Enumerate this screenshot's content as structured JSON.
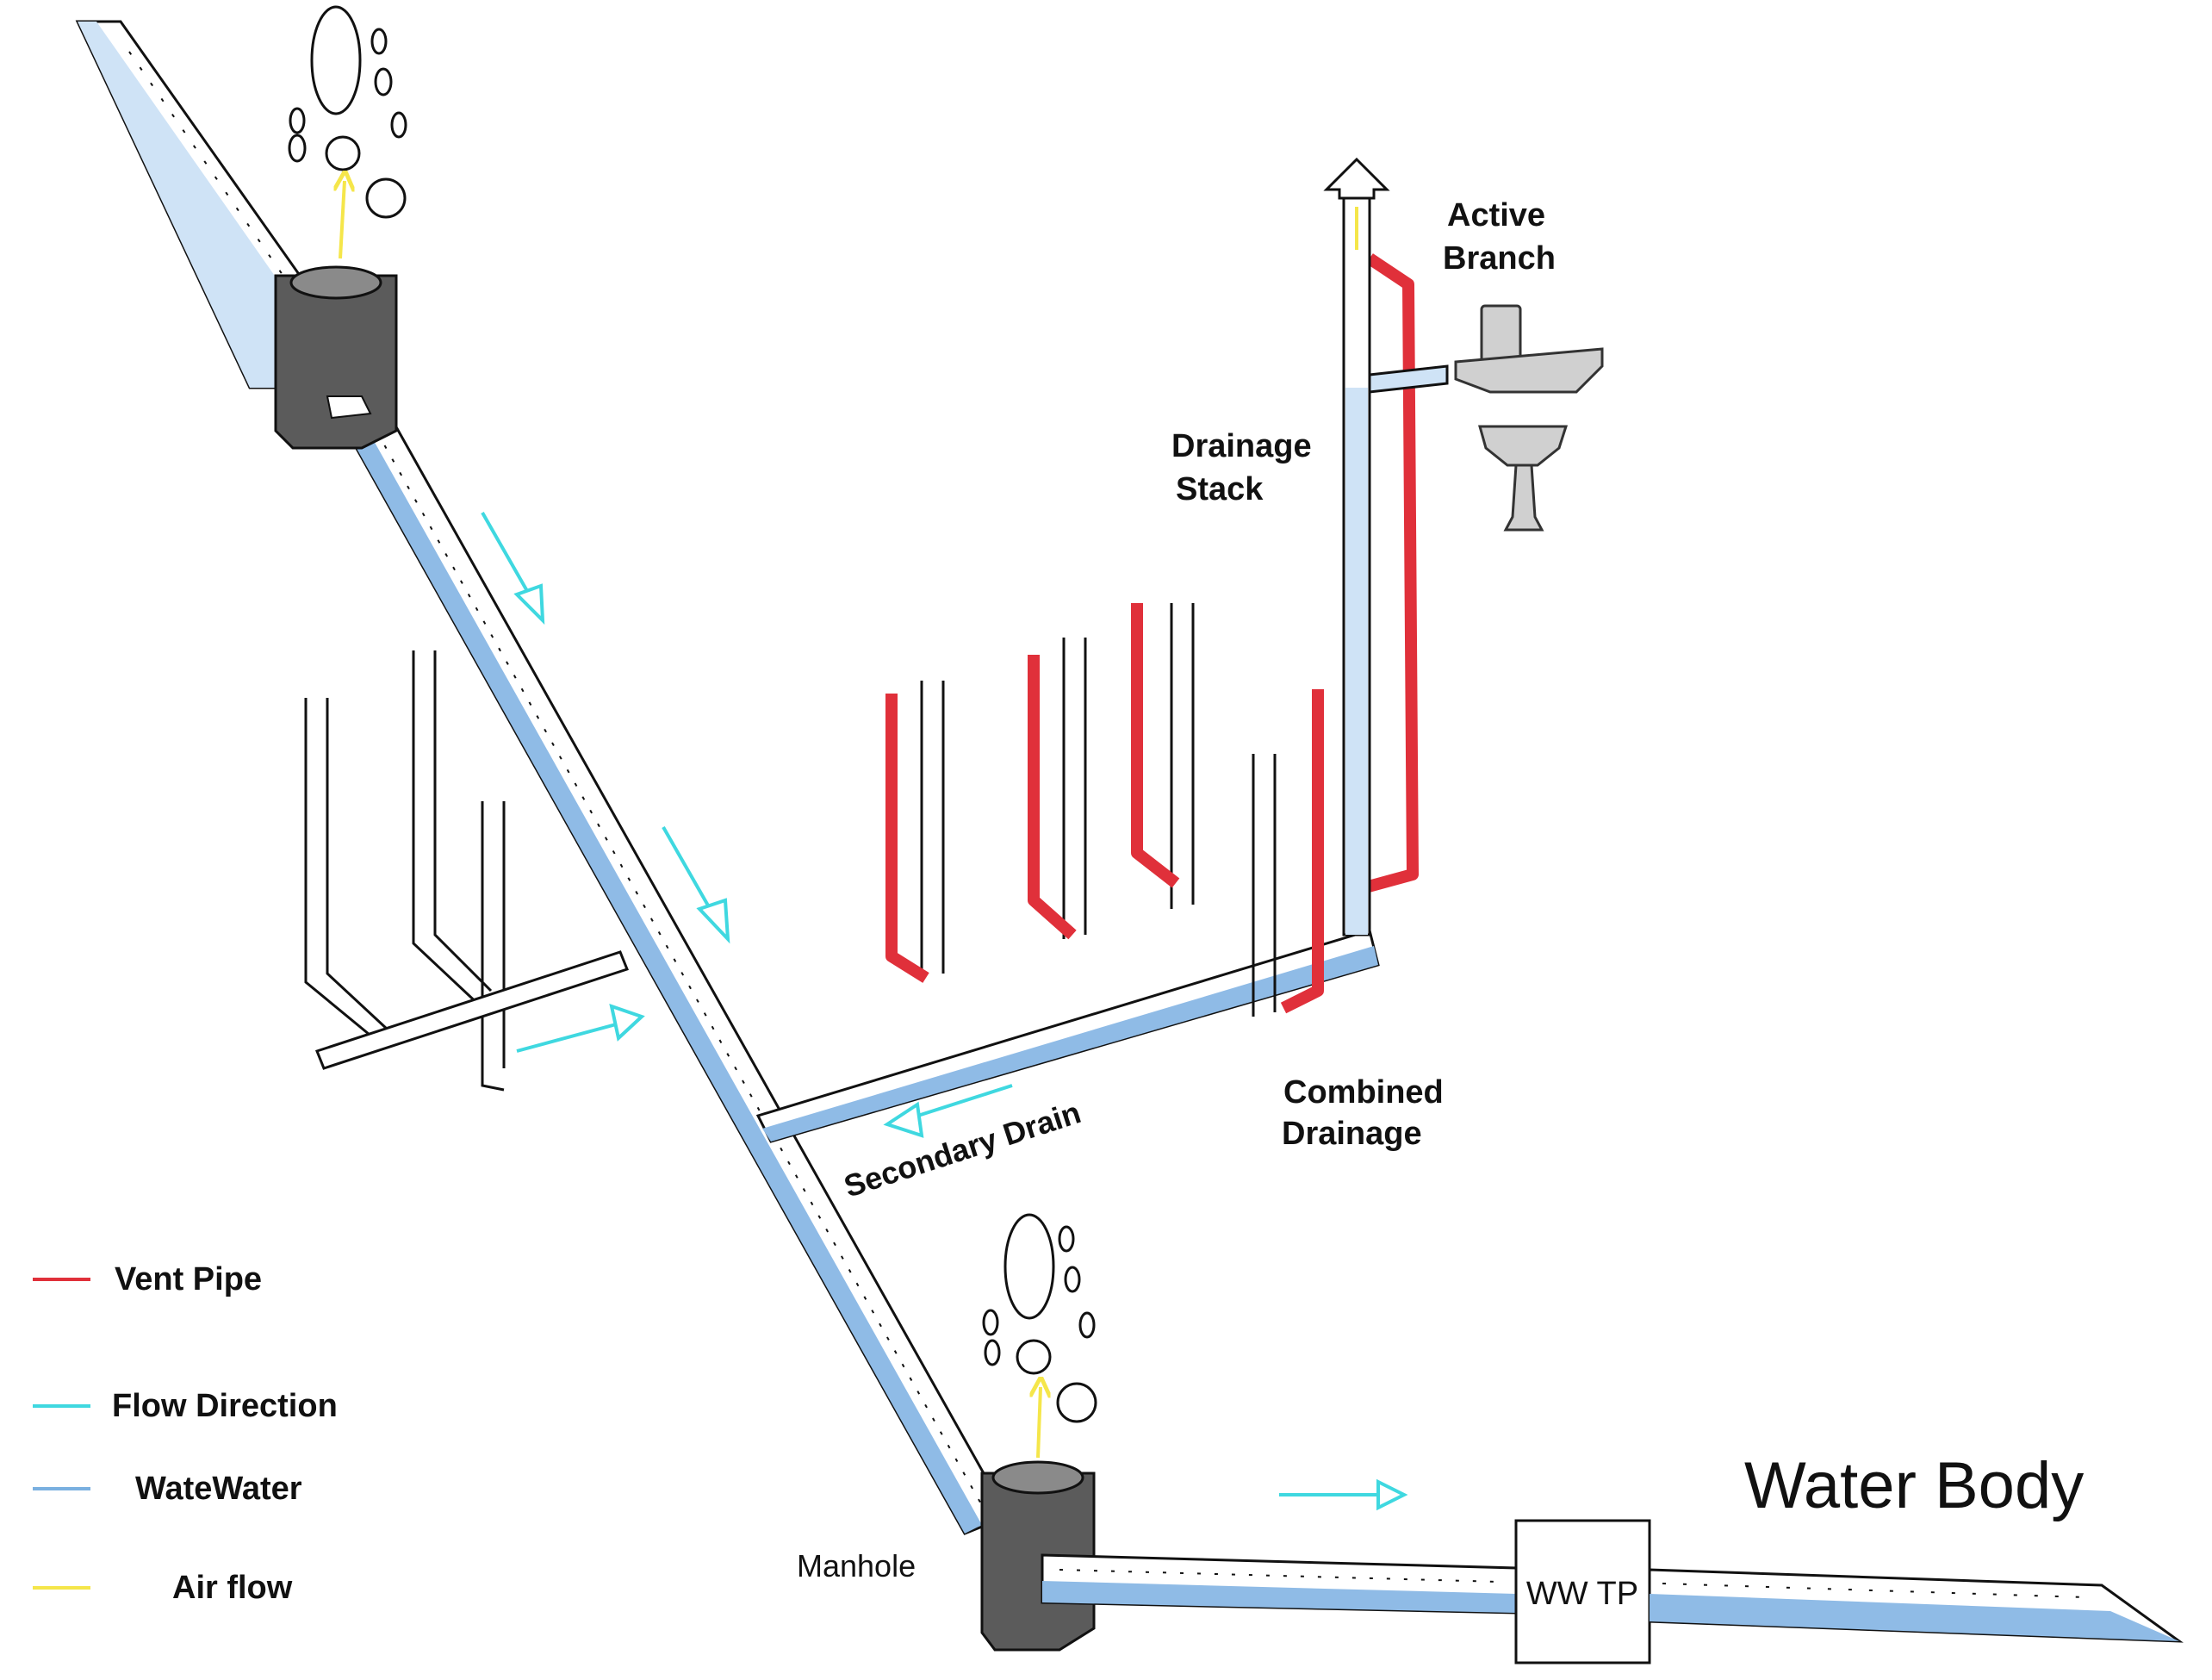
{
  "labels": {
    "active_branch_line1": "Active",
    "active_branch_line2": "Branch",
    "drainage_stack_line1": "Drainage",
    "drainage_stack_line2": "Stack",
    "combined_drainage_line1": "Combined",
    "combined_drainage_line2": "Drainage",
    "secondary_drain": "Secondary Drain",
    "manhole": "Manhole",
    "wwtp": "WW TP",
    "water_body": "Water Body"
  },
  "legend": [
    {
      "label": "Vent Pipe",
      "color": "#e0303a"
    },
    {
      "label": "Flow Direction",
      "color": "#3fd8e0"
    },
    {
      "label": "WateWater",
      "color": "#7ab0e0"
    },
    {
      "label": "Air flow",
      "color": "#f5e64a"
    }
  ],
  "colors": {
    "vent": "#e0303a",
    "flow_arrow": "#3fd8e0",
    "wastewater": "#7ab0e0",
    "air": "#f5e64a",
    "manhole": "#555555"
  }
}
